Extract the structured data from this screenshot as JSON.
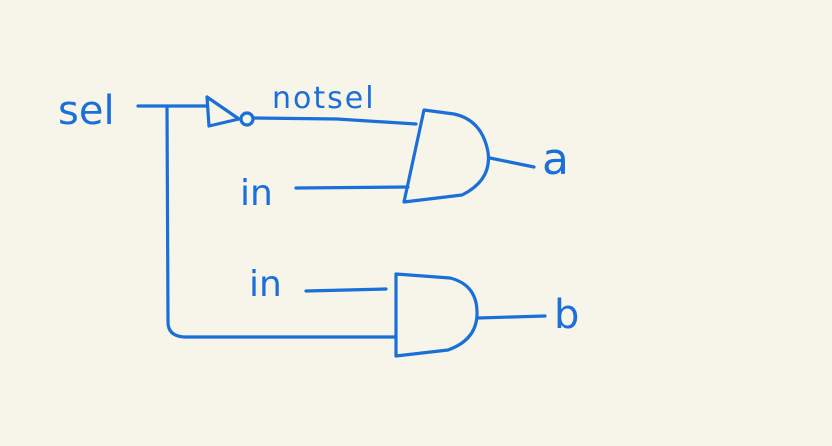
{
  "diagram": {
    "labels": {
      "sel": "sel",
      "notsel": "notsel",
      "in_top": "in",
      "in_bottom": "in",
      "out_a": "a",
      "out_b": "b"
    },
    "components": [
      {
        "kind": "not-gate",
        "input": "sel",
        "output": "notsel"
      },
      {
        "kind": "and-gate",
        "inputs": [
          "notsel",
          "in"
        ],
        "output": "a"
      },
      {
        "kind": "and-gate",
        "inputs": [
          "in",
          "sel"
        ],
        "output": "b"
      }
    ],
    "colors": {
      "ink": "#1a6fd8",
      "background": "#f7f5ea"
    }
  }
}
